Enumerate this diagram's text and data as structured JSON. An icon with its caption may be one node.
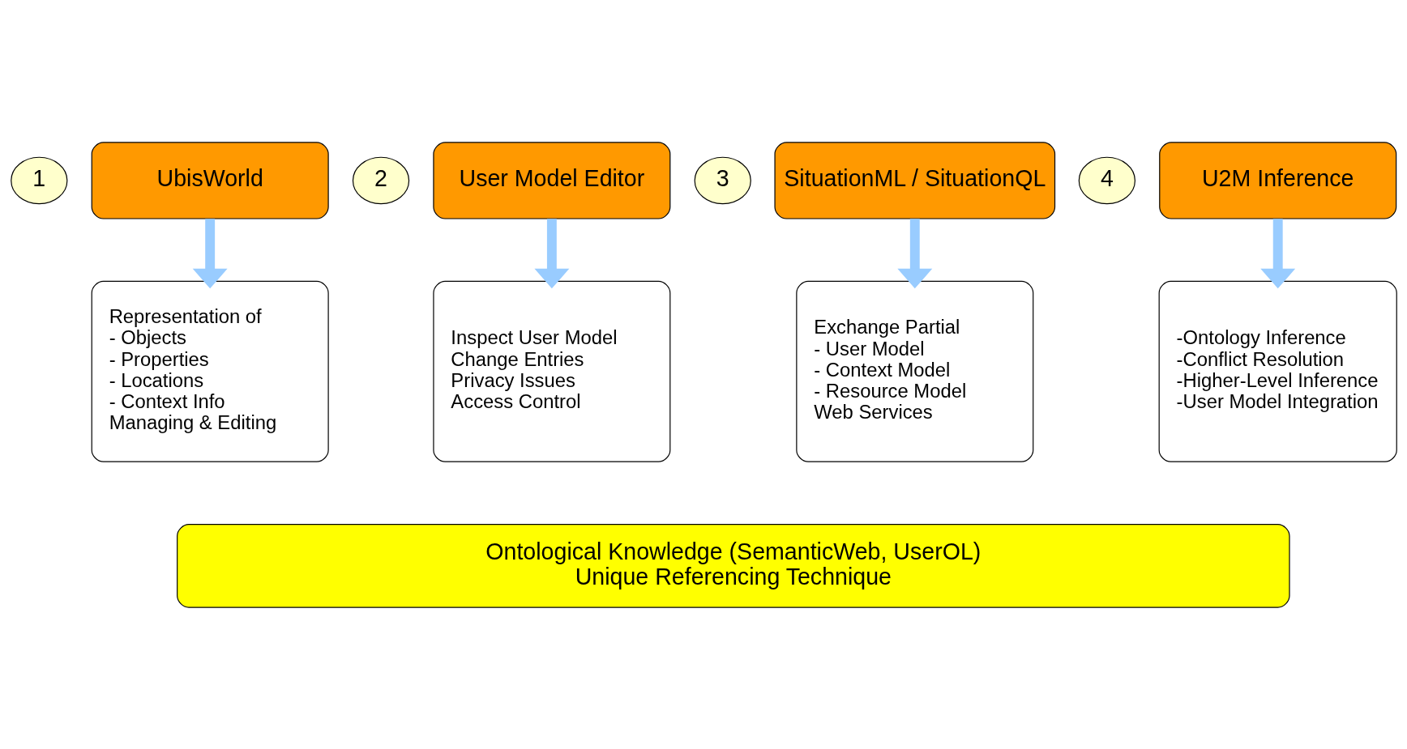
{
  "diagram": {
    "nodes": [
      {
        "text": [
          "1"
        ]
      },
      {
        "text": [
          "UbisWorld"
        ]
      },
      {
        "text": [
          "2"
        ]
      },
      {
        "text": [
          "User Model Editor"
        ]
      },
      {
        "text": [
          "3"
        ]
      },
      {
        "text": [
          "SituationML / SituationQL"
        ]
      },
      {
        "text": [
          "4"
        ]
      },
      {
        "text": [
          "U2M Inference"
        ]
      },
      {
        "text": [
          "Representation of",
          "- Objects",
          "- Properties",
          "- Locations",
          "- Context Info",
          "Managing & Editing"
        ]
      },
      {
        "text": [
          "Inspect User Model",
          "Change Entries",
          "Privacy Issues",
          "Access Control"
        ]
      },
      {
        "text": [
          "Exchange Partial",
          "- User Model",
          "- Context Model",
          "- Resource Model",
          "Web Services"
        ]
      },
      {
        "text": [
          "-Ontology Inference",
          "-Conflict Resolution",
          "-Higher-Level Inference",
          "-User Model Integration"
        ]
      },
      {
        "text": [
          "Ontological Knowledge (SemanticWeb, UserOL)",
          "Unique Referencing Technique"
        ]
      }
    ],
    "edges": [
      {
        "from": 1,
        "to": 8,
        "arrow": "to"
      },
      {
        "from": 3,
        "to": 9,
        "arrow": "to"
      },
      {
        "from": 5,
        "to": 10,
        "arrow": "to"
      },
      {
        "from": 7,
        "to": 11,
        "arrow": "to"
      }
    ]
  }
}
